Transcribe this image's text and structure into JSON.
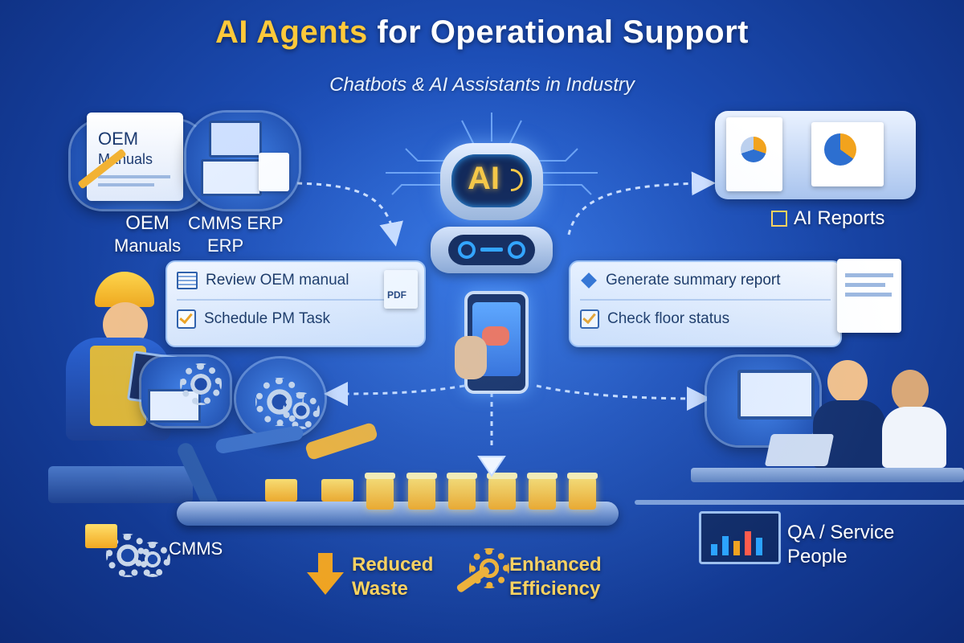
{
  "header": {
    "title_accent": "AI Agents",
    "title_rest": " for Operational Support",
    "subtitle": "Chatbots & AI Assistants in Industry"
  },
  "top_left": {
    "doc_title": "OEM",
    "doc_subtitle": "Manuals",
    "label_oem_line1": "OEM",
    "label_oem_line2": "Manuals",
    "label_cmms_line1": "CMMS ERP",
    "label_cmms_line2": "ERP"
  },
  "robot": {
    "face_text": "AI"
  },
  "top_right": {
    "label": "AI Reports"
  },
  "left_tasks": {
    "items": [
      "Review OEM manual",
      "Schedule PM Task"
    ],
    "pdf_badge": "PDF"
  },
  "right_tasks": {
    "items": [
      "Generate summary report",
      "Check floor status"
    ]
  },
  "bottom": {
    "cmms_label": "CMMS",
    "reduced_line1": "Reduced",
    "reduced_line2": "Waste",
    "enhanced_line1": "Enhanced",
    "enhanced_line2": "Efficiency",
    "qa_line1": "QA / Service",
    "qa_line2": "People"
  },
  "colors": {
    "accent": "#ffc93a",
    "background": "#1d4fb8",
    "card": "#eaf2ff",
    "arrow": "#f2a31d"
  },
  "icons": [
    "document-icon",
    "pdf-icon",
    "checkbox-icon",
    "gear-icon",
    "phone-icon",
    "robot-icon",
    "report-icon",
    "down-arrow-icon",
    "wrench-gear-icon",
    "chart-icon"
  ]
}
